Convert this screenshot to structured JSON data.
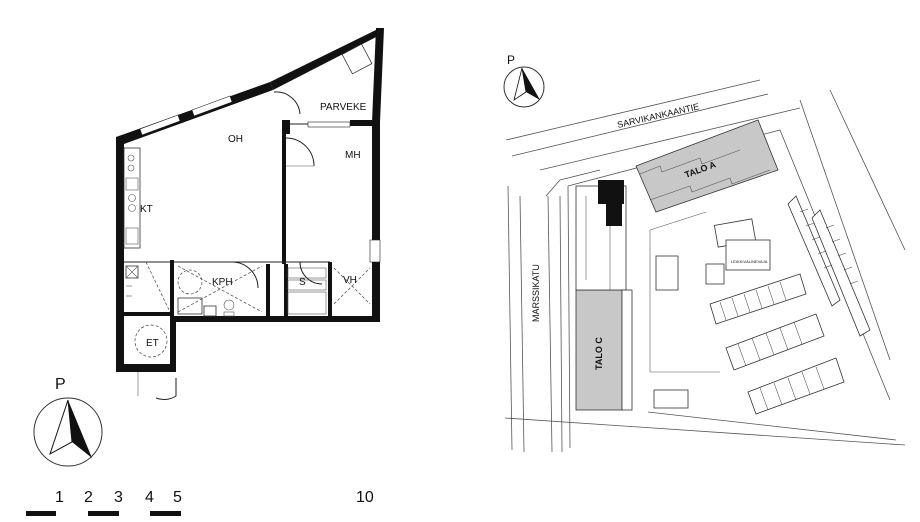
{
  "floorplan": {
    "rooms": {
      "oh": "OH",
      "parveke": "PARVEKE",
      "mh": "MH",
      "kt": "KT",
      "kph": "KPH",
      "s": "S",
      "vh": "VH",
      "et": "ET"
    },
    "north_label": "P"
  },
  "scale_bar": {
    "labels": [
      "1",
      "2",
      "3",
      "4",
      "5",
      "10"
    ]
  },
  "site": {
    "north_label": "P",
    "street_north": "SARVIKANKAANTIE",
    "street_west": "MARSSIKATU",
    "building_a": "TALO A",
    "building_c": "TALO C",
    "small_building": "LEIKKIVÄLINEVAJA"
  },
  "colors": {
    "wall": "#111111",
    "building_fill": "#c8c8c8",
    "line": "#555555"
  }
}
